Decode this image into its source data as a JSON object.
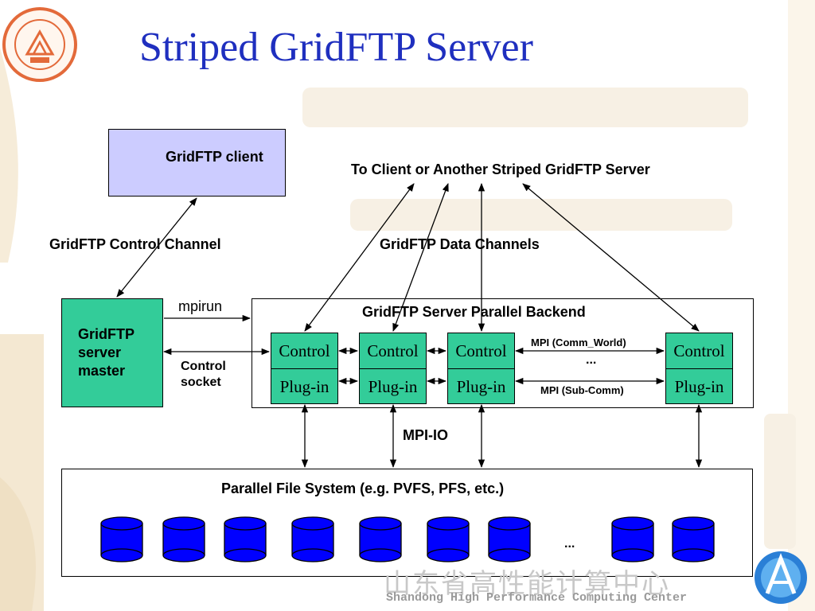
{
  "title": "Striped GridFTP Server",
  "client": {
    "label": "GridFTP client"
  },
  "master": {
    "label": "GridFTP server master"
  },
  "labels": {
    "to_client": "To Client or Another Striped GridFTP Server",
    "control_channel": "GridFTP Control Channel",
    "data_channels": "GridFTP Data Channels",
    "mpirun": "mpirun",
    "control_socket": "Control socket",
    "backend": "GridFTP Server Parallel Backend",
    "mpi_comm_world": "MPI (Comm_World)",
    "backend_ellipsis": "...",
    "mpi_sub_comm": "MPI (Sub-Comm)",
    "mpi_io": "MPI-IO",
    "pfs": "Parallel File System (e.g. PVFS, PFS, etc.)",
    "disk_ellipsis": "..."
  },
  "plugins": [
    {
      "top": "Control",
      "bottom": "Plug-in"
    },
    {
      "top": "Control",
      "bottom": "Plug-in"
    },
    {
      "top": "Control",
      "bottom": "Plug-in"
    },
    {
      "top": "Control",
      "bottom": "Plug-in"
    }
  ],
  "disk_count": 9,
  "colors": {
    "title": "#1f2fbf",
    "client_fill": "#ccccff",
    "green_fill": "#33cc99",
    "disk_fill": "#0000ff"
  },
  "footer": {
    "chinese": "山东省高性能计算中心",
    "english": "Shandong High Performance Computing Center"
  }
}
